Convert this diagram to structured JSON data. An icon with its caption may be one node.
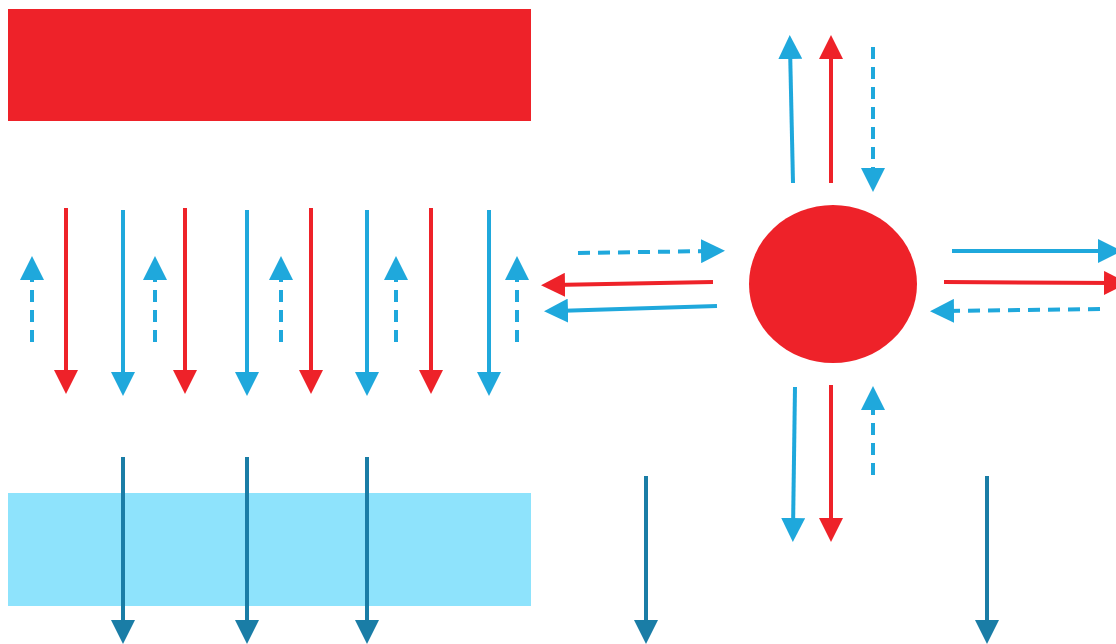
{
  "diagram": {
    "nodes": [
      {
        "text": [],
        "shape": "box"
      },
      {
        "text": [],
        "shape": "circle"
      },
      {
        "text": [],
        "shape": "box"
      }
    ],
    "edges": [
      {
        "from": 1,
        "to": null,
        "arrow": "to"
      },
      {
        "from": 1,
        "to": null,
        "arrow": "to",
        "color": "#ee2229"
      },
      {
        "from": null,
        "to": 1,
        "arrow": "to",
        "style": "dashed"
      },
      {
        "from": 1,
        "to": null,
        "arrow": "to"
      },
      {
        "from": 1,
        "to": null,
        "arrow": "to",
        "color": "#ee2229"
      },
      {
        "from": null,
        "to": 1,
        "arrow": "to",
        "style": "dashed"
      },
      {
        "from": 1,
        "to": null,
        "arrow": "to"
      },
      {
        "from": 1,
        "to": null,
        "arrow": "to",
        "color": "#ee2229"
      },
      {
        "from": null,
        "to": 1,
        "arrow": "to",
        "style": "dashed"
      },
      {
        "from": null,
        "to": 1,
        "arrow": "to",
        "style": "dashed"
      },
      {
        "from": 1,
        "to": null,
        "arrow": "to",
        "color": "#ee2229"
      },
      {
        "from": 1,
        "to": null,
        "arrow": "to"
      }
    ]
  }
}
